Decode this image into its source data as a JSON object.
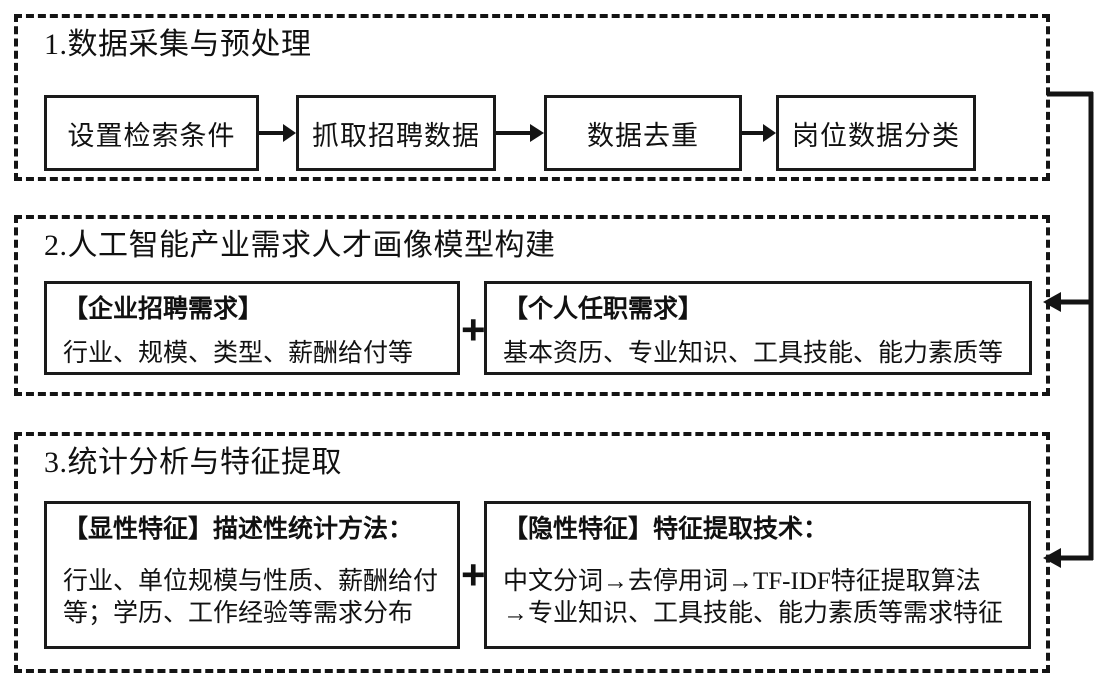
{
  "diagram": {
    "title_internal": "人工智能产业需求人才画像构建流程",
    "line_color": "#141414",
    "box_border_color": "#1a1a1a",
    "background": "#ffffff"
  },
  "stages": [
    {
      "id": "stage-1",
      "title": "1.数据采集与预处理",
      "boxes": [
        {
          "label": "设置检索条件"
        },
        {
          "label": "抓取招聘数据"
        },
        {
          "label": "数据去重"
        },
        {
          "label": "岗位数据分类"
        }
      ],
      "arrows": [
        "arrow-right",
        "arrow-right",
        "arrow-right"
      ]
    },
    {
      "id": "stage-2",
      "title": "2.人工智能产业需求人才画像模型构建",
      "joiner": "+",
      "left": {
        "head": "【企业招聘需求】",
        "body": "行业、规模、类型、薪酬给付等"
      },
      "right": {
        "head": "【个人任职需求】",
        "body": "基本资历、专业知识、工具技能、能力素质等"
      }
    },
    {
      "id": "stage-3",
      "title": "3.统计分析与特征提取",
      "joiner": "+",
      "left": {
        "head": "【显性特征】描述性统计方法：",
        "body_line_1": "行业、单位规模与性质、薪酬给付",
        "body_line_2": "等；学历、工作经验等需求分布"
      },
      "right": {
        "head": "【隐性特征】特征提取技术：",
        "body_line_1": "中文分词→去停用词→TF-IDF特征提取算法",
        "body_line_2": "→专业知识、工具技能、能力素质等需求特征"
      }
    }
  ],
  "feedback_connector": {
    "name": "feedback-loop",
    "description": "从数据采集阶段引出，向下回馈至阶段2与阶段3",
    "arrow_targets": [
      "stage-2",
      "stage-3"
    ]
  }
}
